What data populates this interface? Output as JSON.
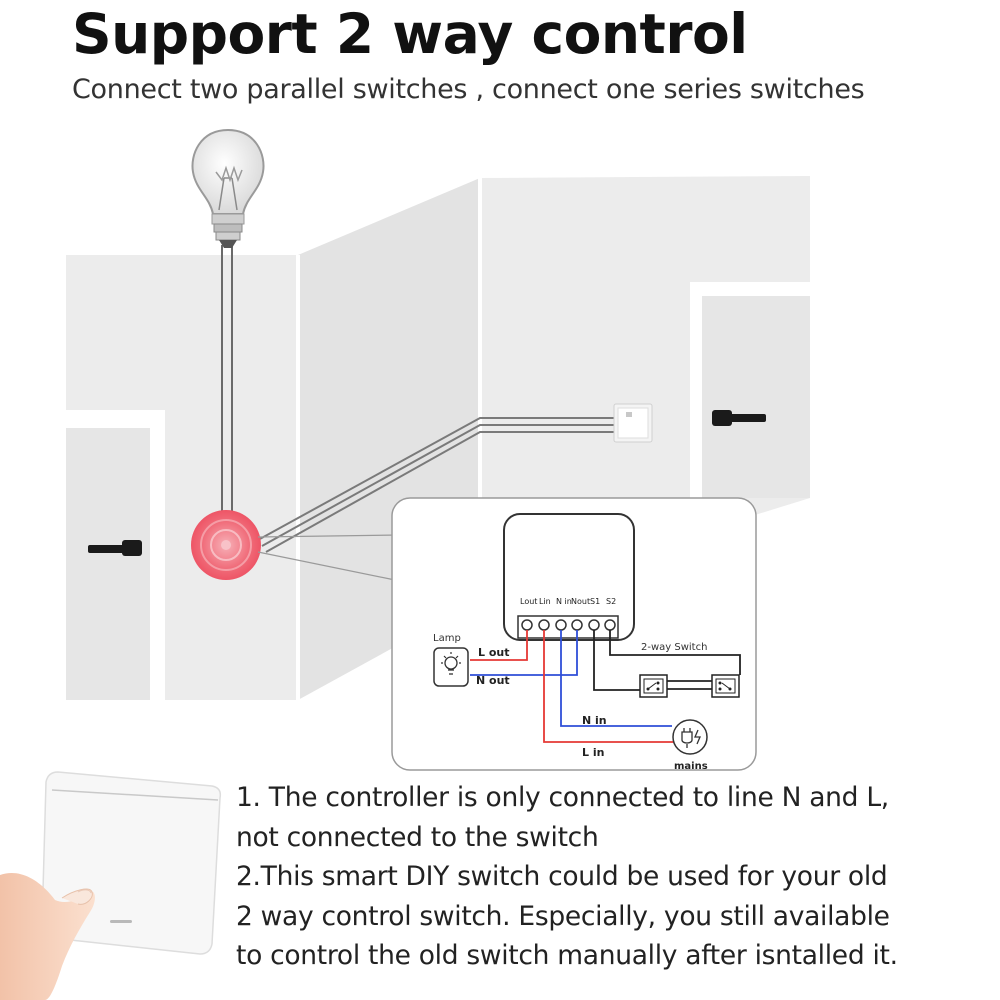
{
  "title": "Support 2 way control",
  "subtitle": "Connect two parallel switches , connect one series switches",
  "diagram": {
    "terminals": [
      "Lout",
      "Lin",
      "N in",
      "Nout",
      "S1",
      "S2"
    ],
    "lamp_label": "Lamp",
    "l_out_label": "L out",
    "n_out_label": "N out",
    "switch_label": "2-way Switch",
    "n_in_label": "N in",
    "l_in_label": "L in",
    "mains_label": "mains"
  },
  "notes": {
    "line1": "1. The controller is only connected to line N and L,",
    "line2": "not connected to the switch",
    "line3": "2.This smart DIY switch could be used for your old",
    "line4": "2 way control switch. Especially, you still available",
    "line5": "to control the old switch manually after isntalled it."
  },
  "colors": {
    "live_wire": "#e53935",
    "neutral_wire": "#2f4fd8",
    "switch_wire": "#222222",
    "highlight": "#f06070",
    "wall": "#ededed"
  }
}
